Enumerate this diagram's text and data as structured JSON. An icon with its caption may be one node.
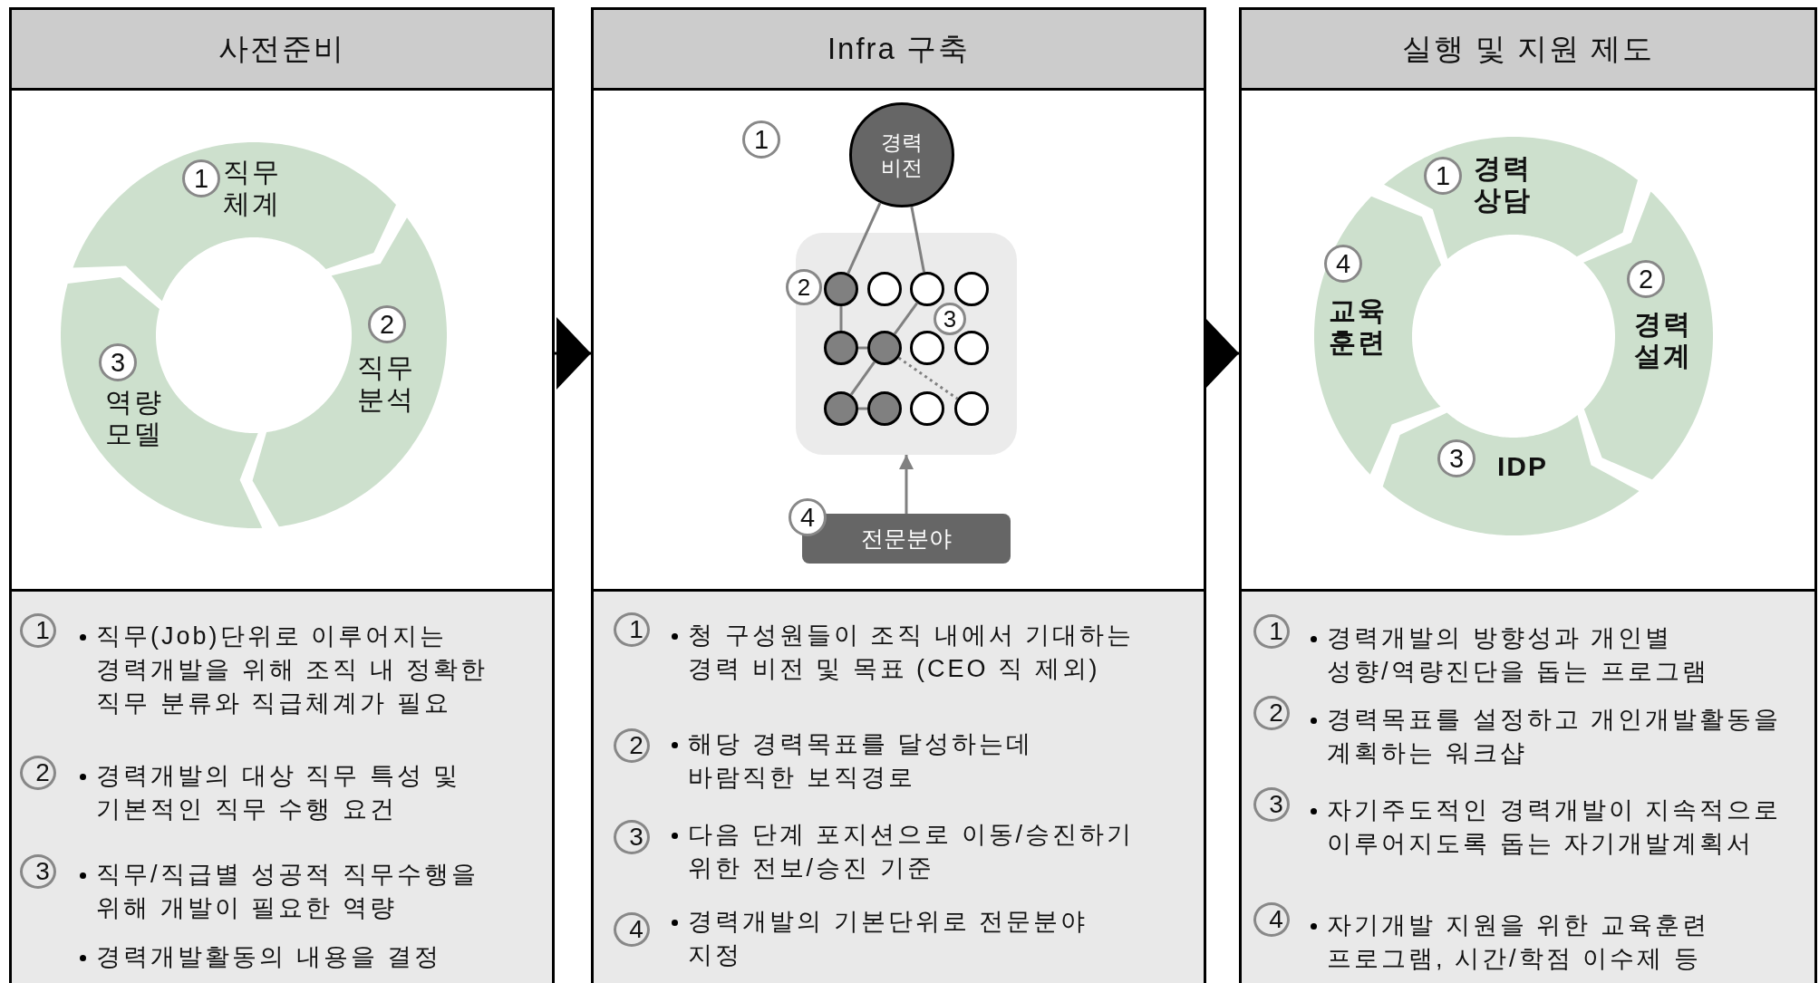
{
  "diagram": {
    "nodes": [
      {
        "text": [
          "사전준비"
        ]
      },
      {
        "text": [
          "직무 체계"
        ],
        "in": 0
      },
      {
        "text": [
          "직무 분석"
        ],
        "in": 0
      },
      {
        "text": [
          "역량 모델"
        ],
        "in": 0
      },
      {
        "text": [
          "직무(Job)단위로 이루어지는 경력개발을 위해 조직 내 정확한 직무 분류와 직급체계가 필요",
          "경력개발의 대상 직무 특성 및 기본적인 직무 수행 요건",
          "직무/직급별 성공적 직무수행을 위해 개발이 필요한 역량",
          "경력개발활동의 내용을 결정"
        ],
        "in": 0
      },
      {
        "text": [
          "Infra 구축"
        ]
      },
      {
        "text": [
          "경력 비전"
        ],
        "in": 5
      },
      {
        "text": [],
        "shape": "box",
        "in": 5
      },
      {
        "text": [],
        "shape": "circle",
        "in": 7
      },
      {
        "text": [],
        "shape": "circle",
        "in": 7
      },
      {
        "text": [],
        "shape": "circle",
        "in": 7
      },
      {
        "text": [],
        "shape": "circle",
        "in": 7
      },
      {
        "text": [],
        "shape": "circle",
        "in": 7
      },
      {
        "text": [],
        "shape": "circle",
        "in": 7
      },
      {
        "text": [],
        "shape": "circle",
        "in": 7
      },
      {
        "text": [],
        "shape": "circle",
        "in": 7
      },
      {
        "text": [],
        "shape": "circle",
        "in": 7
      },
      {
        "text": [],
        "shape": "circle",
        "in": 7
      },
      {
        "text": [],
        "shape": "circle",
        "in": 7
      },
      {
        "text": [],
        "shape": "circle",
        "in": 7
      },
      {
        "text": [
          "전문분야"
        ],
        "in": 5
      },
      {
        "text": [
          "청 구성원들이 조직 내에서 기대하는 경력 비전 및 목표 (CEO 직 제외)",
          "해당 경력목표를 달성하는데 바람직한 보직경로",
          "다음 단계 포지션으로 이동/승진하기 위한 전보/승진 기준",
          "경력개발의 기본단위로 전문분야 지정"
        ],
        "in": 5
      },
      {
        "text": [
          "실행 및 지원 제도"
        ]
      },
      {
        "text": [
          "경력 상담"
        ],
        "in": 22
      },
      {
        "text": [
          "경력 설계"
        ],
        "in": 22
      },
      {
        "text": [
          "IDP"
        ],
        "in": 22
      },
      {
        "text": [
          "교육 훈련"
        ],
        "in": 22
      },
      {
        "text": [
          "경력개발의 방향성과 개인별 성향/역량진단을 돕는 프로그램",
          "경력목표를 설정하고 개인개발활동을 계획하는 워크샵",
          "자기주도적인 경력개발이 지속적으로 이루어지도록 돕는 자기개발계획서",
          "자기개발 지원을 위한 교육훈련 프로그램, 시간/학점 이수제 등"
        ],
        "in": 22
      }
    ],
    "edges": [
      {
        "from": 0,
        "to": 5,
        "arrow": "to",
        "color": "#000000"
      },
      {
        "from": 5,
        "to": 22,
        "arrow": "to",
        "color": "#000000"
      },
      {
        "from": 6,
        "to": 8,
        "arrow": "none"
      },
      {
        "from": 6,
        "to": 10,
        "arrow": "none"
      },
      {
        "from": 8,
        "to": 12,
        "arrow": "none"
      },
      {
        "from": 12,
        "to": 13,
        "arrow": "none"
      },
      {
        "from": 13,
        "to": 10,
        "arrow": "none"
      },
      {
        "from": 13,
        "to": 16,
        "arrow": "none"
      },
      {
        "from": 16,
        "to": 17,
        "arrow": "none"
      },
      {
        "from": 13,
        "to": 19,
        "arrow": "none",
        "style": "dashed"
      },
      {
        "from": 20,
        "to": 7,
        "arrow": "to"
      }
    ],
    "labels": [
      "1",
      "2",
      "3",
      "1",
      "2",
      "3",
      "1",
      "2",
      "3",
      "4",
      "1",
      "2",
      "3",
      "4",
      "1",
      "2",
      "3",
      "4",
      "1",
      "2",
      "3",
      "4"
    ]
  }
}
